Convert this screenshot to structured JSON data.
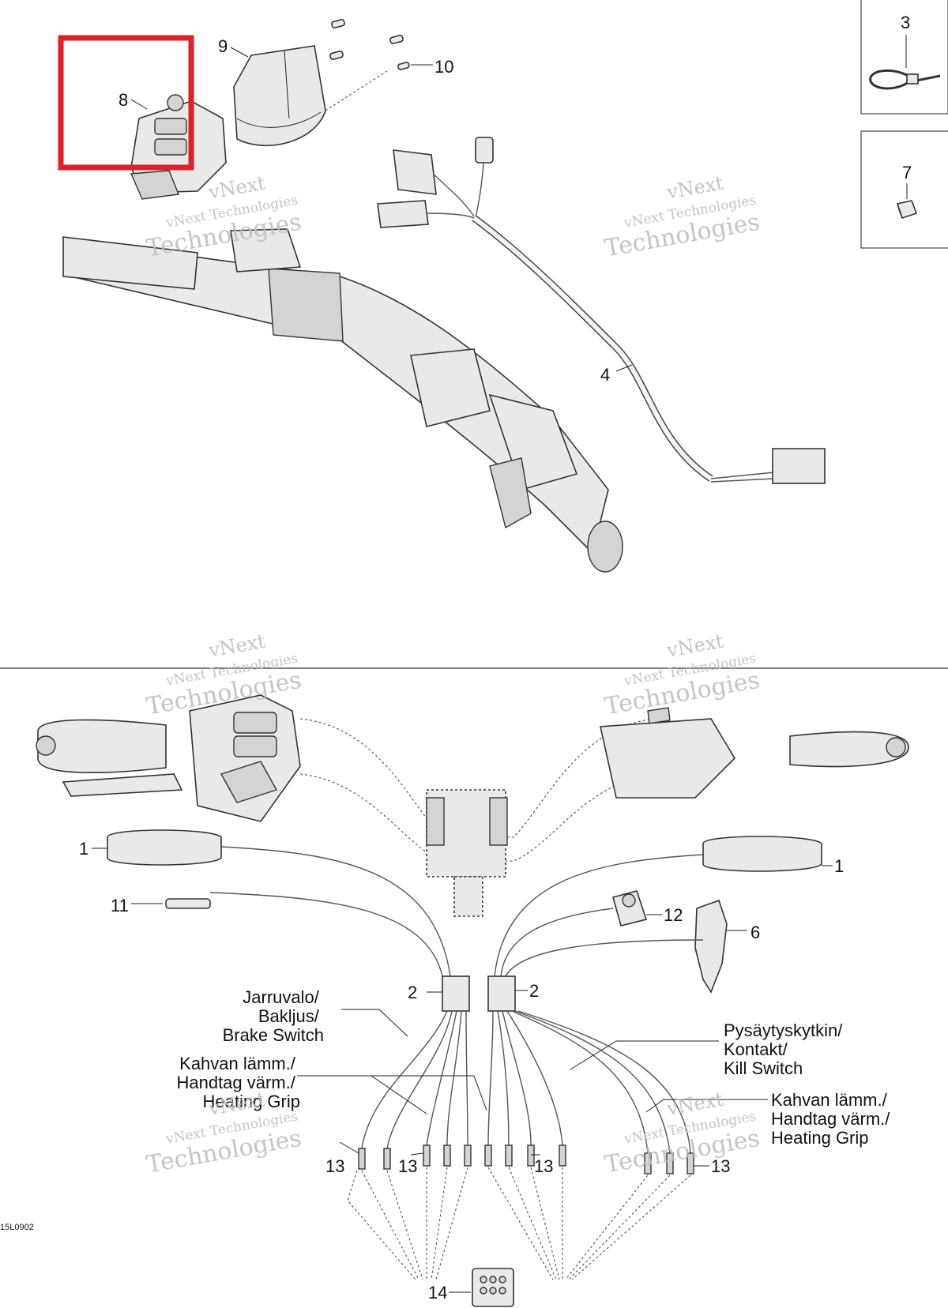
{
  "highlight_color": "#e21e26",
  "document_code": "15L0902",
  "callouts": {
    "c1_left": "1",
    "c1_right": "1",
    "c2_left": "2",
    "c2_right": "2",
    "c3": "3",
    "c4": "4",
    "c6": "6",
    "c7": "7",
    "c8": "8",
    "c9": "9",
    "c10": "10",
    "c11": "11",
    "c12": "12",
    "c13_a": "13",
    "c13_b": "13",
    "c13_c": "13",
    "c13_d": "13",
    "c14": "14"
  },
  "labels": {
    "brake_switch": [
      "Jarruvalo/",
      "Bakljus/",
      "Brake Switch"
    ],
    "heating_grip_left": [
      "Kahvan lämm./",
      "Handtag värm./",
      "Heating Grip"
    ],
    "kill_switch": [
      "Pysäytyskytkin/",
      "Kontakt/",
      "Kill Switch"
    ],
    "heating_grip_right": [
      "Kahvan lämm./",
      "Handtag värm./",
      "Heating Grip"
    ]
  },
  "watermark": {
    "line1": "vNext",
    "line2": "vNext Technologies",
    "line3": "Technologies"
  }
}
